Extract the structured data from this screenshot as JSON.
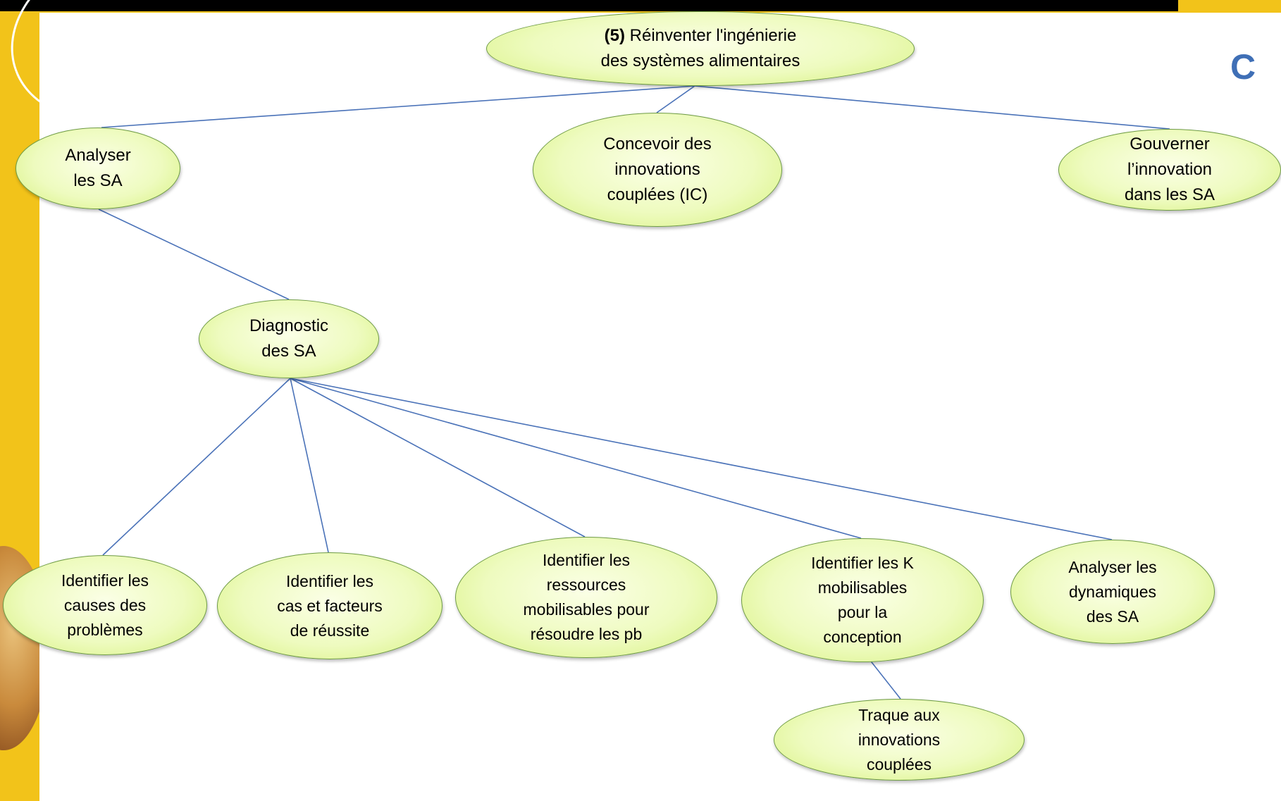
{
  "colors": {
    "background": "#f2c31a",
    "slide": "#ffffff",
    "connector": "#4a72b8",
    "node_fill": "#eefbbf",
    "node_border": "#6e9b44",
    "corner_letter": "#3f6fb6"
  },
  "corner_letter": "C",
  "nodes": {
    "root": {
      "prefix": "(5)",
      "line1": "Réinventer l'ingénierie",
      "line2": "des systèmes alimentaires"
    },
    "analyser": {
      "line1": "Analyser",
      "line2": "les SA"
    },
    "concevoir": {
      "line1": "Concevoir des",
      "line2": "innovations",
      "line3": "couplées (IC)"
    },
    "gouverner": {
      "line1": "Gouverner",
      "line2": "l’innovation",
      "line3": "dans les SA"
    },
    "diagnostic": {
      "line1": "Diagnostic",
      "line2": "des SA"
    },
    "causes": {
      "line1": "Identifier les",
      "line2": "causes des",
      "line3": "problèmes"
    },
    "cas": {
      "line1": "Identifier les",
      "line2": "cas et facteurs",
      "line3": "de réussite"
    },
    "ressources": {
      "line1": "Identifier les",
      "line2": "ressources",
      "line3": "mobilisables pour",
      "line4": "résoudre les pb"
    },
    "k": {
      "line1": "Identifier les K",
      "line2": "mobilisables",
      "line3": "pour la",
      "line4": "conception"
    },
    "dynamiques": {
      "line1": "Analyser les",
      "line2": "dynamiques",
      "line3": "des SA"
    },
    "traque": {
      "line1": "Traque aux",
      "line2": "innovations",
      "line3": "couplées"
    }
  }
}
